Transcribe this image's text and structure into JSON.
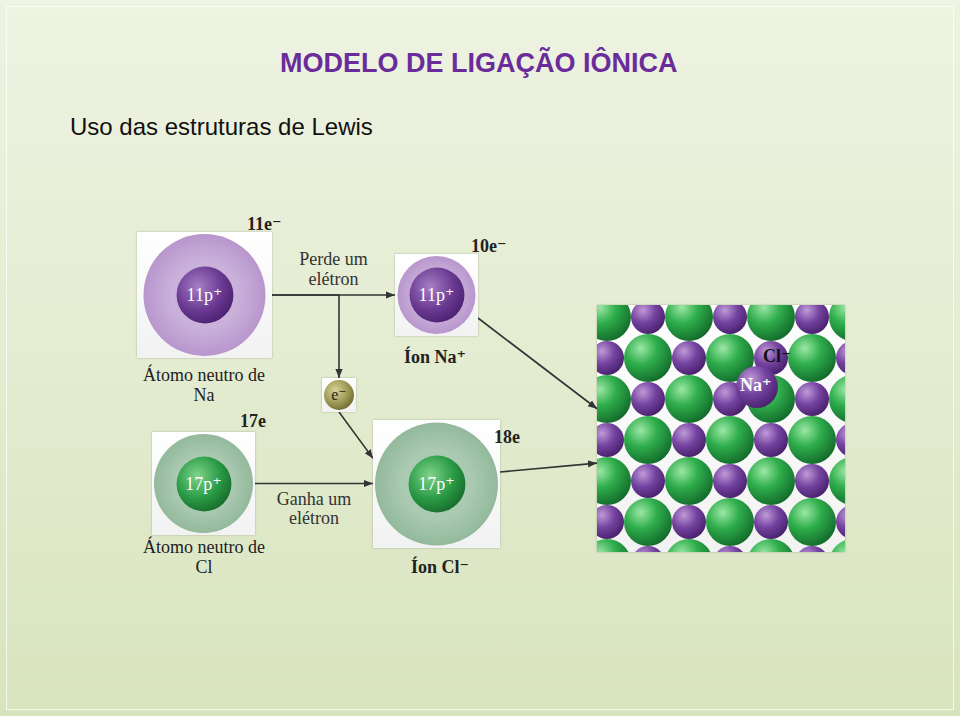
{
  "diagram": {
    "title": "MODELO DE LIGAÇÃO IÔNICA",
    "nodes": [
      {
        "text": [
          "11e⁻",
          "Átomo neutro de Na"
        ]
      },
      {
        "text": [
          "11p⁺"
        ],
        "in": 0
      },
      {
        "text": [
          "10e⁻",
          "Íon Na⁺"
        ]
      },
      {
        "text": [
          "11p⁺"
        ],
        "in": 2
      },
      {
        "text": [
          "e⁻"
        ]
      },
      {
        "text": [
          "17e",
          "Átomo neutro de Cl"
        ]
      },
      {
        "text": [
          "17p⁺"
        ],
        "in": 5
      },
      {
        "text": [
          "18e",
          "Íon Cl⁻"
        ]
      },
      {
        "text": [
          "17p⁺"
        ],
        "in": 7
      },
      {
        "text": [
          "Cl⁻",
          "Na⁺"
        ]
      }
    ],
    "edges": [
      {
        "from": 0,
        "to": 2,
        "arrow": "to",
        "label": "Perde um elétron"
      },
      {
        "from": 0,
        "to": 4,
        "arrow": "to"
      },
      {
        "from": 4,
        "to": 7,
        "arrow": "to"
      },
      {
        "from": 5,
        "to": 7,
        "arrow": "to",
        "label": "Ganha um elétron"
      },
      {
        "from": 2,
        "to": 9,
        "arrow": "to"
      },
      {
        "from": 7,
        "to": 9,
        "arrow": "to"
      }
    ],
    "labels": [
      "Uso das estruturas de Lewis"
    ]
  }
}
